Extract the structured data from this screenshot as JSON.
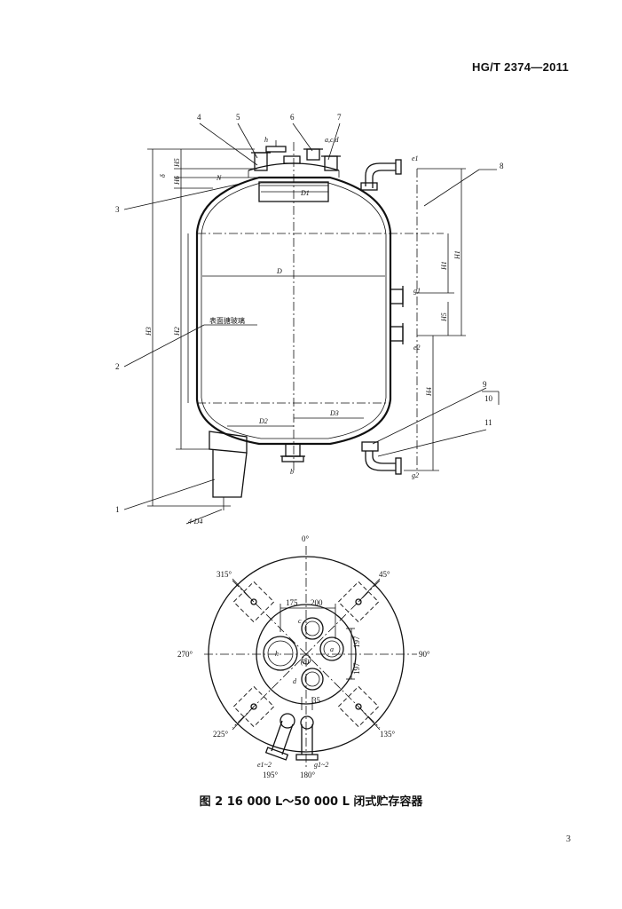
{
  "header": {
    "standard_no": "HG/T 2374—2011"
  },
  "figure": {
    "caption": "图 2   16 000 L～50 000 L 闭式贮存容器",
    "page_number": "3"
  },
  "elevation": {
    "callouts": [
      "1",
      "2",
      "3",
      "4",
      "5",
      "6",
      "7",
      "8",
      "9",
      "10",
      "11"
    ],
    "nozzle_labels": {
      "h": "h",
      "acd": "a,c,d",
      "b": "b",
      "e1": "e1",
      "e2": "e2",
      "g1": "g1",
      "g2": "g2",
      "N": "N"
    },
    "dimension_labels": {
      "H1": "H1",
      "H2": "H2",
      "H3": "H3",
      "H4": "H4",
      "H5": "H5",
      "H6": "H6",
      "delta": "δ",
      "D": "D",
      "D1": "D1",
      "D2": "D2",
      "D3": "D3",
      "support": "4-D4"
    },
    "note": "表面搪玻璃"
  },
  "plan": {
    "angles": {
      "a0": "0°",
      "a45": "45°",
      "a90": "90°",
      "a135": "135°",
      "a180": "180°",
      "a195": "195°",
      "a225": "225°",
      "a270": "270°",
      "a315": "315°"
    },
    "nozzles": {
      "a": "a",
      "b": "(b)",
      "c": "c",
      "d": "d",
      "h": "h"
    },
    "dims": {
      "d175": "175",
      "d200": "200",
      "d197a": "197",
      "d197b": "197",
      "d35": "35"
    },
    "pipe_labels": {
      "e12": "e1~2",
      "g12": "g1~2"
    }
  }
}
